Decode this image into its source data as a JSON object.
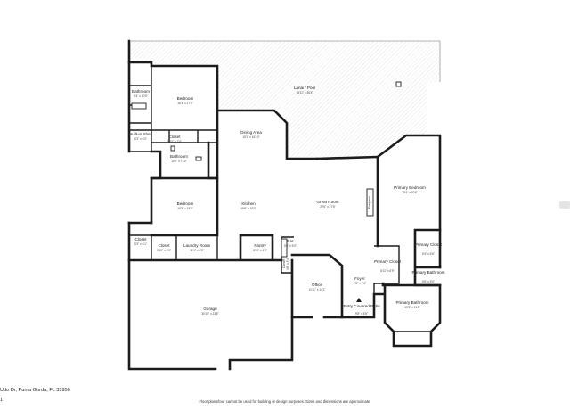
{
  "rooms": {
    "lanai_pool": {
      "name": "Lanai / Pool",
      "dim": "78'11\" x 36'4\""
    },
    "bathroom_1": {
      "name": "Bathroom",
      "dim": "9'4\" x 10'0\""
    },
    "bedroom_1": {
      "name": "Bedroom",
      "dim": "16'3\" x 17'0\""
    },
    "built_in_shelf": {
      "name": "Built-in Shelf",
      "dim": "6'3\" x 6'0\""
    },
    "closet_1": {
      "name": "Closet",
      "dim": "5'10\" x 7'4\""
    },
    "bathroom_2": {
      "name": "Bathroom",
      "dim": "10'0\" x 7'10\""
    },
    "dining_area": {
      "name": "Dining Area",
      "dim": "15'1\" x 16'10\""
    },
    "bedroom_2": {
      "name": "Bedroom",
      "dim": "16'3\" x 15'0\""
    },
    "kitchen": {
      "name": "Kitchen",
      "dim": "15'6\" x 15'2\""
    },
    "great_room": {
      "name": "Great Room",
      "dim": "22'6\" x 27'6\""
    },
    "primary_bedroom": {
      "name": "Primary Bedroom",
      "dim": "18'4\" x 20'6\""
    },
    "fireplace": {
      "name": "Fireplace"
    },
    "closet_2": {
      "name": "Closet",
      "dim": "5'3\" x 6'1\""
    },
    "closet_3": {
      "name": "Closet",
      "dim": "5'10\" x 6'0\""
    },
    "laundry_room": {
      "name": "Laundry Room",
      "dim": "11'1\" x 6'0\""
    },
    "pantry": {
      "name": "Pantry",
      "dim": "8'10\" x 4'0\""
    },
    "bar": {
      "name": "Bar",
      "dim": "5'6\" x 5'0\""
    },
    "closet_4": {
      "name": "Closet",
      "dim": "4'8\" x 3'4\""
    },
    "primary_closet_1": {
      "name": "Primary Closet",
      "dim": "6'11\" x 6'9\""
    },
    "primary_closet_2": {
      "name": "Primary Closet",
      "dim": "6'4\" x 6'6\""
    },
    "primary_bathroom_1": {
      "name": "Primary Bathroom",
      "dim": "5'6\" x 5'6\""
    },
    "office": {
      "name": "Office",
      "dim": "11'11\" x 14'1\""
    },
    "foyer": {
      "name": "Foyer",
      "dim": "7'8\" x 7'4\""
    },
    "entry_patio": {
      "name": "Entry Covered Patio",
      "dim": "9'8\" x 5'8\""
    },
    "primary_bathroom_2": {
      "name": "Primary Bathroom",
      "dim": "12'3\" x 11'0\""
    },
    "garage": {
      "name": "Garage",
      "dim": "30'10\" x 23'5\""
    }
  },
  "footer": {
    "address": "Udo Dr, Punta Gorda, FL 33950",
    "page_number": "1",
    "disclaimer": "Floor plans/tour cannot be used for building or design purposes. Sizes and dimensions are approximate."
  }
}
